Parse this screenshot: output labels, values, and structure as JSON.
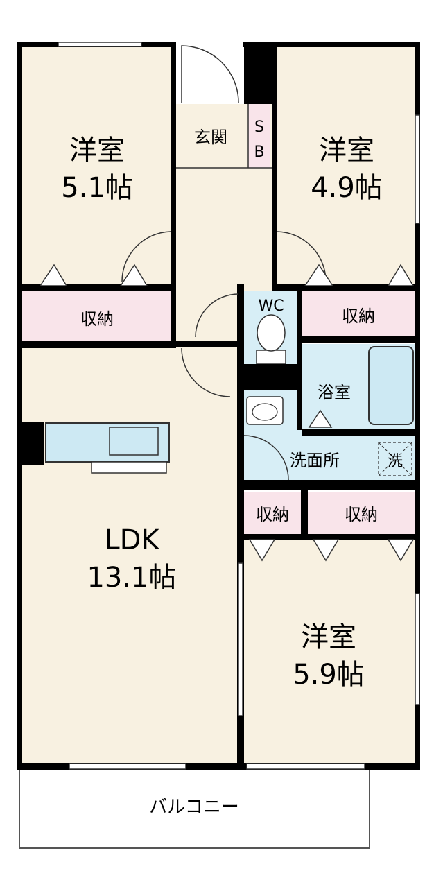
{
  "colors": {
    "room": "#f8f1e1",
    "storage": "#f9e4ea",
    "wet": "#d7eef6",
    "wall": "#000000",
    "thin_line": "#555555",
    "balcony": "#ffffff"
  },
  "rooms": {
    "western_room_1": {
      "name": "洋室",
      "size": "5.1帖"
    },
    "western_room_2": {
      "name": "洋室",
      "size": "4.9帖"
    },
    "western_room_3": {
      "name": "洋室",
      "size": "5.9帖"
    },
    "ldk": {
      "name": "LDK",
      "size": "13.1帖"
    },
    "entrance": {
      "label": "玄関"
    },
    "shoe_box": {
      "line1": "S",
      "line2": "B"
    },
    "toilet": {
      "label": "WC"
    },
    "bathroom": {
      "label": "浴室"
    },
    "washroom": {
      "label": "洗面所"
    },
    "washer": {
      "label": "洗"
    },
    "closet_1": {
      "label": "収納"
    },
    "closet_2": {
      "label": "収納"
    },
    "closet_3": {
      "label": "収納"
    },
    "closet_4": {
      "label": "収納"
    },
    "balcony": {
      "label": "バルコニー"
    }
  }
}
